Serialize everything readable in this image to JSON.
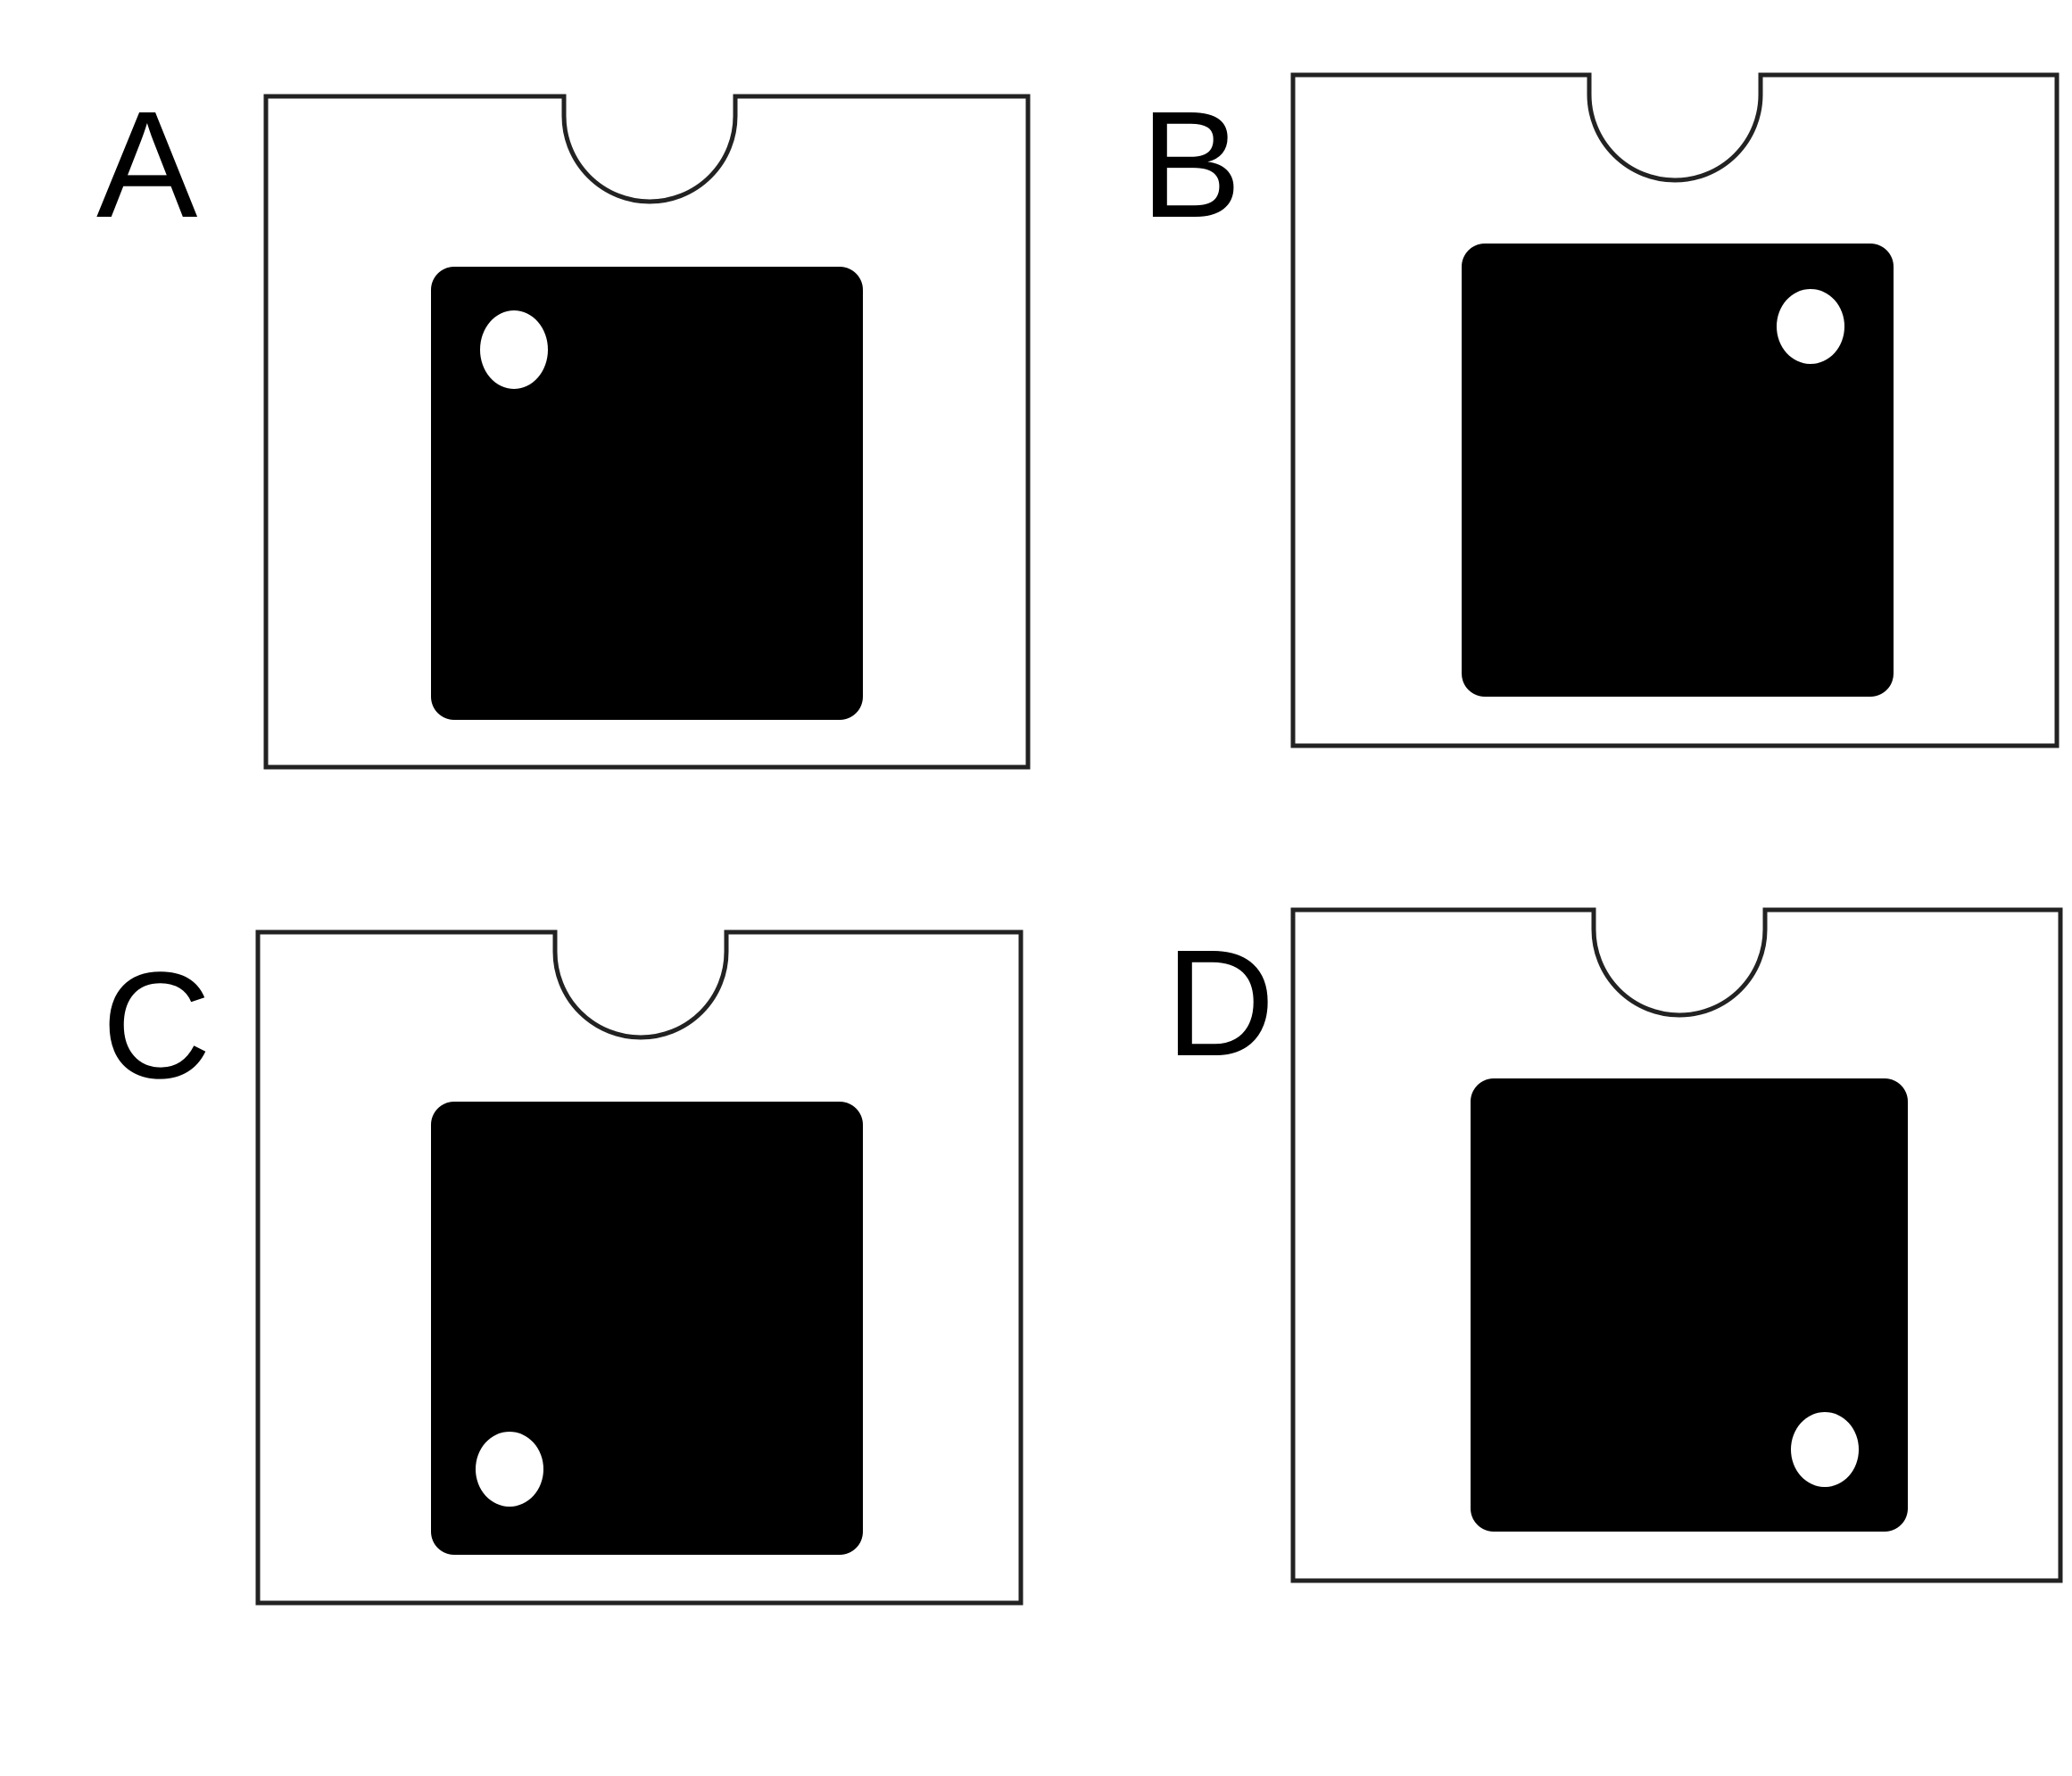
{
  "colors": {
    "background": "#ffffff",
    "outline": "#222222",
    "square": "#000000",
    "dot": "#ffffff",
    "label": "#000000"
  },
  "panels": [
    {
      "label": "A",
      "dot_corner": "top-left"
    },
    {
      "label": "B",
      "dot_corner": "top-right"
    },
    {
      "label": "C",
      "dot_corner": "bottom-left"
    },
    {
      "label": "D",
      "dot_corner": "bottom-right"
    }
  ]
}
